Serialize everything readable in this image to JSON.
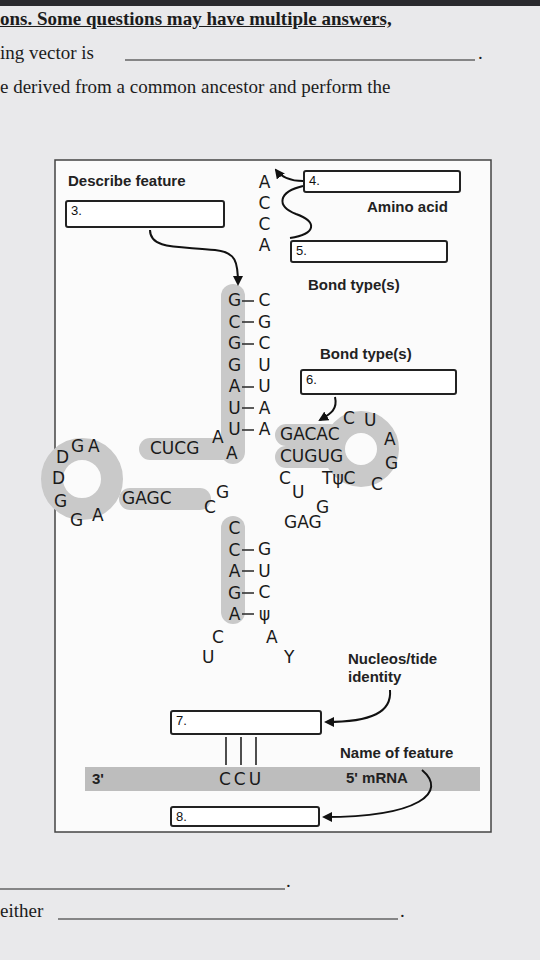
{
  "diagram": {
    "nodes": [
      {
        "text": [
          "3."
        ]
      },
      {
        "text": [
          "4."
        ]
      },
      {
        "text": [
          "5."
        ]
      },
      {
        "text": [
          "6."
        ]
      },
      {
        "text": [
          "7."
        ]
      },
      {
        "text": [
          "8."
        ]
      }
    ],
    "labels": [
      "ons. Some questions may have multiple answers,",
      "ing vector is",
      ".",
      "e derived from a common ancestor and perform the",
      "Describe feature",
      "Amino acid",
      "Bond type(s)",
      "Bond type(s)",
      "Nucleos/tide identity",
      "Name of feature",
      "5' mRNA",
      "3'",
      "ACCA",
      "GCGGAUU",
      "CGCUUAA",
      "A",
      "GACAC",
      "C",
      "U",
      "A",
      "G",
      "C",
      "TψC",
      "CUGUG",
      "C",
      "U",
      "G",
      "GAG",
      "A",
      "CUCG",
      "D",
      "G",
      "A",
      "D",
      "G",
      "G",
      "A",
      "GAGC",
      "C",
      "G",
      "CCAGA",
      "GUCψ",
      "C",
      "U",
      "A",
      "Y",
      "CCU",
      ".",
      "either",
      "."
    ]
  }
}
